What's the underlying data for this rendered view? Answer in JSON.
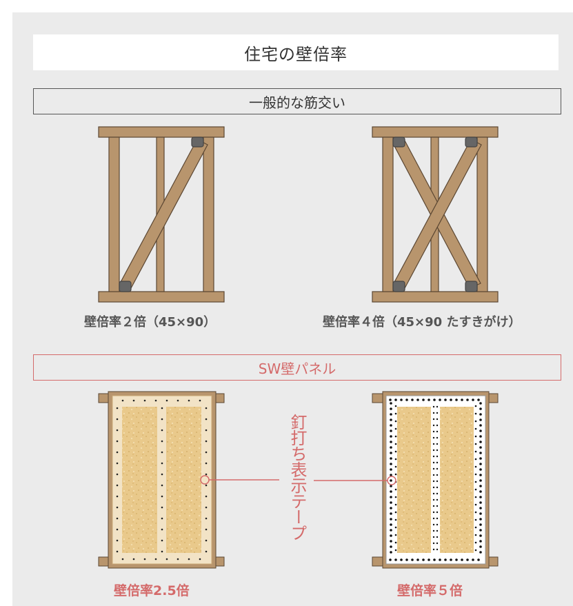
{
  "title": "住宅の壁倍率",
  "section1": {
    "label": "一般的な筋交い"
  },
  "section2": {
    "label": "SW壁パネル"
  },
  "captions": {
    "frame_single": "壁倍率２倍（45×90）",
    "frame_double": "壁倍率４倍（45×90 たすきがけ）",
    "panel_normal": "壁倍率2.5倍",
    "panel_sw": "壁倍率５倍"
  },
  "annotation": {
    "tape_label": "釘打ち表示テープ"
  },
  "colors": {
    "wood": "#b8956d",
    "wood_stroke": "#5a4632",
    "bracket": "#666666",
    "panel_fill": "#e8c98a",
    "accent_red": "#d46a6a",
    "background": "#ebebeb"
  }
}
